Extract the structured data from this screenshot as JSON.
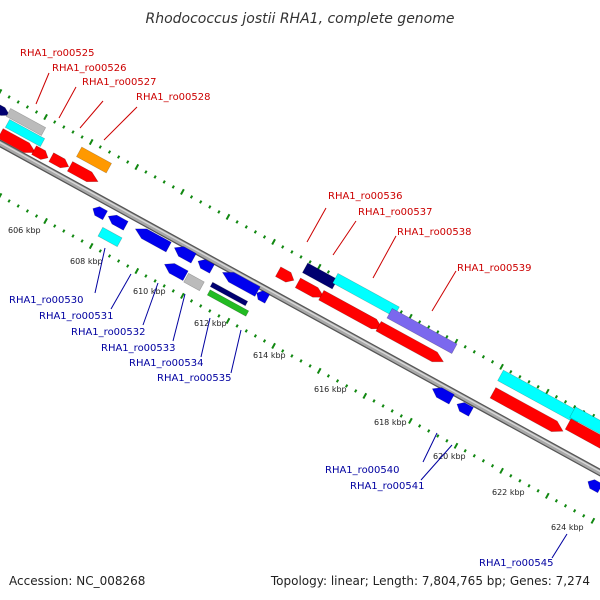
{
  "title": "Rhodococcus jostii RHA1, complete genome",
  "accession": "Accession: NC_008268",
  "summary": "Topology: linear; Length: 7,804,765 bp; Genes: 7,274",
  "colors": {
    "red": "#ff0000",
    "blue": "#0000ee",
    "cyan": "#00ffff",
    "gray": "#bbbbbb",
    "orange": "#ff9900",
    "navy": "#000070",
    "slate": "#7b68ee",
    "green": "#22bb22",
    "ticks": "#118811",
    "backbone": "#8a8a8a"
  },
  "kbp_labels": [
    "606 kbp",
    "608 kbp",
    "610 kbp",
    "612 kbp",
    "614 kbp",
    "616 kbp",
    "618 kbp",
    "620 kbp",
    "622 kbp",
    "624 kbp"
  ],
  "forward_genes": [
    "RHA1_ro00525",
    "RHA1_ro00526",
    "RHA1_ro00527",
    "RHA1_ro00528",
    "RHA1_ro00536",
    "RHA1_ro00537",
    "RHA1_ro00538",
    "RHA1_ro00539"
  ],
  "reverse_genes": [
    "RHA1_ro00530",
    "RHA1_ro00531",
    "RHA1_ro00532",
    "RHA1_ro00533",
    "RHA1_ro00534",
    "RHA1_ro00535",
    "RHA1_ro00540",
    "RHA1_ro00541",
    "RHA1_ro00545"
  ]
}
